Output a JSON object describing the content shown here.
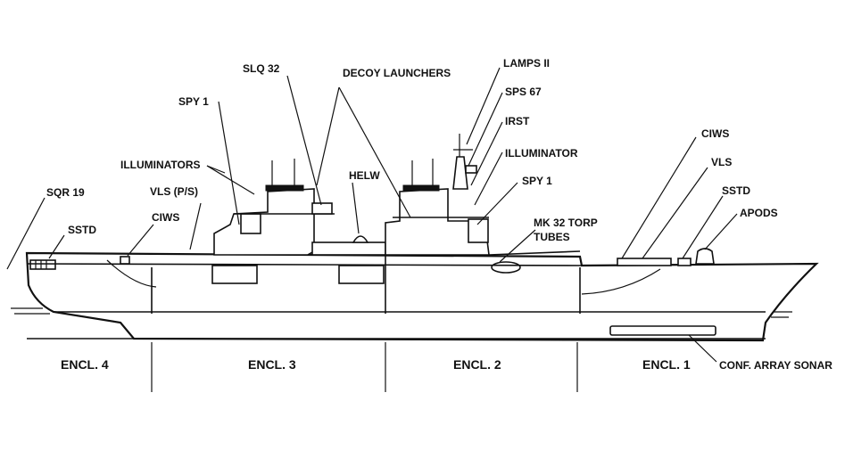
{
  "labels": {
    "sqr19": "SQR 19",
    "sstd_aft": "SSTD",
    "ciws_aft": "CIWS",
    "vls_ps": "VLS (P/S)",
    "illuminators": "ILLUMINATORS",
    "spy1_aft": "SPY 1",
    "slq32": "SLQ 32",
    "decoy": "DECOY LAUNCHERS",
    "helw": "HELW",
    "lamps": "LAMPS II",
    "sps67": "SPS 67",
    "irst": "IRST",
    "illuminator": "ILLUMINATOR",
    "spy1_fwd": "SPY 1",
    "mk32_1": "MK 32 TORP",
    "mk32_2": "TUBES",
    "ciws_fwd": "CIWS",
    "vls_fwd": "VLS",
    "sstd_fwd": "SSTD",
    "apods": "APODS",
    "conf_sonar": "CONF. ARRAY SONAR"
  },
  "enclosures": [
    "ENCL. 4",
    "ENCL. 3",
    "ENCL. 2",
    "ENCL. 1"
  ]
}
